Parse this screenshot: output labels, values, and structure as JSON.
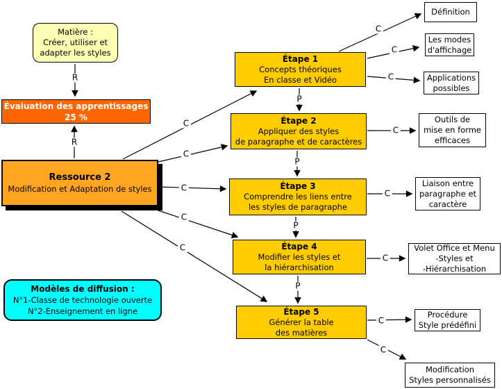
{
  "labels": {
    "c": "C",
    "p": "P",
    "r": "R"
  },
  "matiere": {
    "line1": "Matière :",
    "line2": "Créer, utiliser et",
    "line3": "adapter les styles"
  },
  "evaluation": {
    "line1": "Évaluation des apprentissages",
    "line2": "25 %"
  },
  "ressource": {
    "title": "Ressource 2",
    "subtitle": "Modification et Adaptation de styles"
  },
  "modeles": {
    "title": "Modèles de diffusion :",
    "line2": "N°1-Classe de technologie ouverte",
    "line3": "N°2-Enseignement en ligne"
  },
  "etapes": [
    {
      "title": "Étape 1",
      "line2": "Concepts théoriques",
      "line3": "En classe et Vidéo"
    },
    {
      "title": "Étape 2",
      "line2": "Appliquer des styles",
      "line3": "de paragraphe et de caractères"
    },
    {
      "title": "Étape 3",
      "line2": "Comprendre les liens entre",
      "line3": "les styles de paragraphe"
    },
    {
      "title": "Étape 4",
      "line2": "Modifier les styles et",
      "line3": "la hiérarchisation"
    },
    {
      "title": "Étape 5",
      "line2": "Générer la table",
      "line3": "des matières"
    }
  ],
  "resources": [
    {
      "line1": "Définition"
    },
    {
      "line1": "Les modes",
      "line2": "d'affichage"
    },
    {
      "line1": "Applications",
      "line2": "possibles"
    },
    {
      "line1": "Outils de",
      "line2": "mise en forme",
      "line3": "efficaces"
    },
    {
      "line1": "Liaison entre",
      "line2": "paragraphe et",
      "line3": "caractère"
    },
    {
      "line1": "Volet Office et Menu",
      "line2": "-Styles et",
      "line3": "-Hiérarchisation"
    },
    {
      "line1": "Procédure",
      "line2": "Style prédéfini"
    },
    {
      "line1": "Modification",
      "line2": "Styles personnalisés"
    }
  ],
  "colors": {
    "pale_yellow": "#FFFFB3",
    "orange_red": "#FF6600",
    "orange": "#FFA520",
    "gold": "#FFCC00",
    "cyan": "#00FFFF",
    "line": "#000000"
  }
}
